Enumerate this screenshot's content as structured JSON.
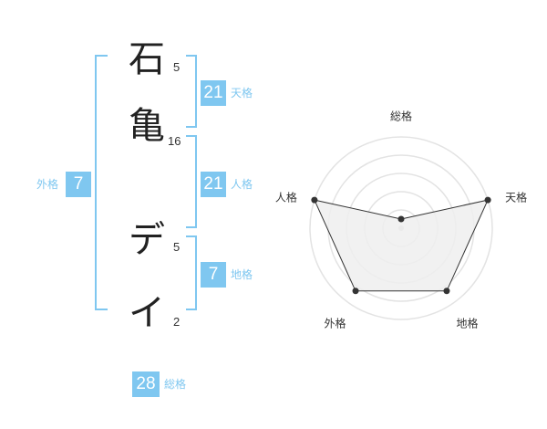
{
  "name": {
    "chars": [
      {
        "char": "石",
        "strokes": "5"
      },
      {
        "char": "亀",
        "strokes": "16"
      },
      {
        "char": "デ",
        "strokes": "5"
      },
      {
        "char": "イ",
        "strokes": "2"
      }
    ]
  },
  "fortunes": {
    "ten": {
      "value": "21",
      "label": "天格"
    },
    "jin": {
      "value": "21",
      "label": "人格"
    },
    "chi": {
      "value": "7",
      "label": "地格"
    },
    "gai": {
      "value": "7",
      "label": "外格"
    },
    "sou": {
      "value": "28",
      "label": "総格"
    }
  },
  "colors": {
    "accent": "#7fc7f0",
    "text": "#333333",
    "radar_fill": "#eeeeee",
    "radar_stroke": "#333333",
    "ring": "#e3e3e3"
  },
  "chart_data": {
    "type": "radar",
    "axes": [
      "総格",
      "天格",
      "地格",
      "外格",
      "人格"
    ],
    "values": [
      0.1,
      1.0,
      0.85,
      0.85,
      1.0
    ],
    "rings": 5
  }
}
